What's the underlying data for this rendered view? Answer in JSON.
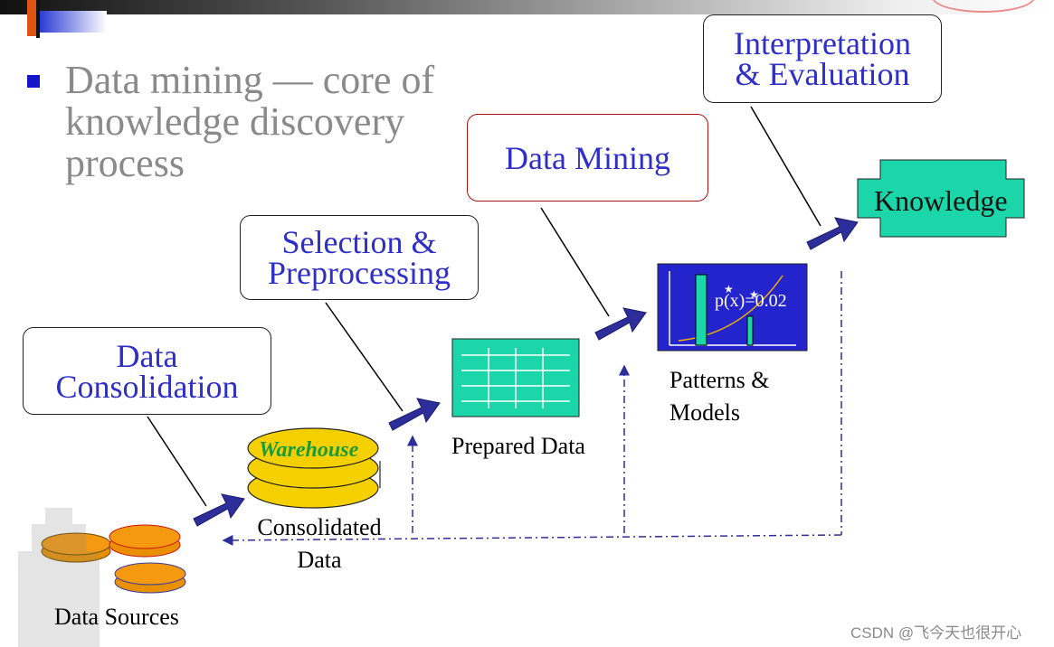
{
  "slide": {
    "headline": "Data mining — core of\nknowledge discovery\nprocess"
  },
  "steps": {
    "consolidation": "Data\nConsolidation",
    "selection": "Selection &\nPreprocessing",
    "mining": "Data Mining",
    "interpretation": "Interpretation\n& Evaluation"
  },
  "nodes": {
    "data_sources": "Data Sources",
    "warehouse_label": "Warehouse",
    "consolidated_data": "Consolidated\nData",
    "prepared_data": "Prepared Data",
    "patterns_models": "Patterns &\nModels",
    "pattern_formula": "p(x)=0.02",
    "knowledge": "Knowledge"
  },
  "watermark": "CSDN @飞今天也很开心",
  "colors": {
    "step_text": "#2e2ec8",
    "arrow": "#2e2e9a",
    "warehouse": "#f5d000",
    "source_disk": "#f59a10",
    "knowledge_fill": "#1bd6a8",
    "model_bg": "#2424cc"
  }
}
